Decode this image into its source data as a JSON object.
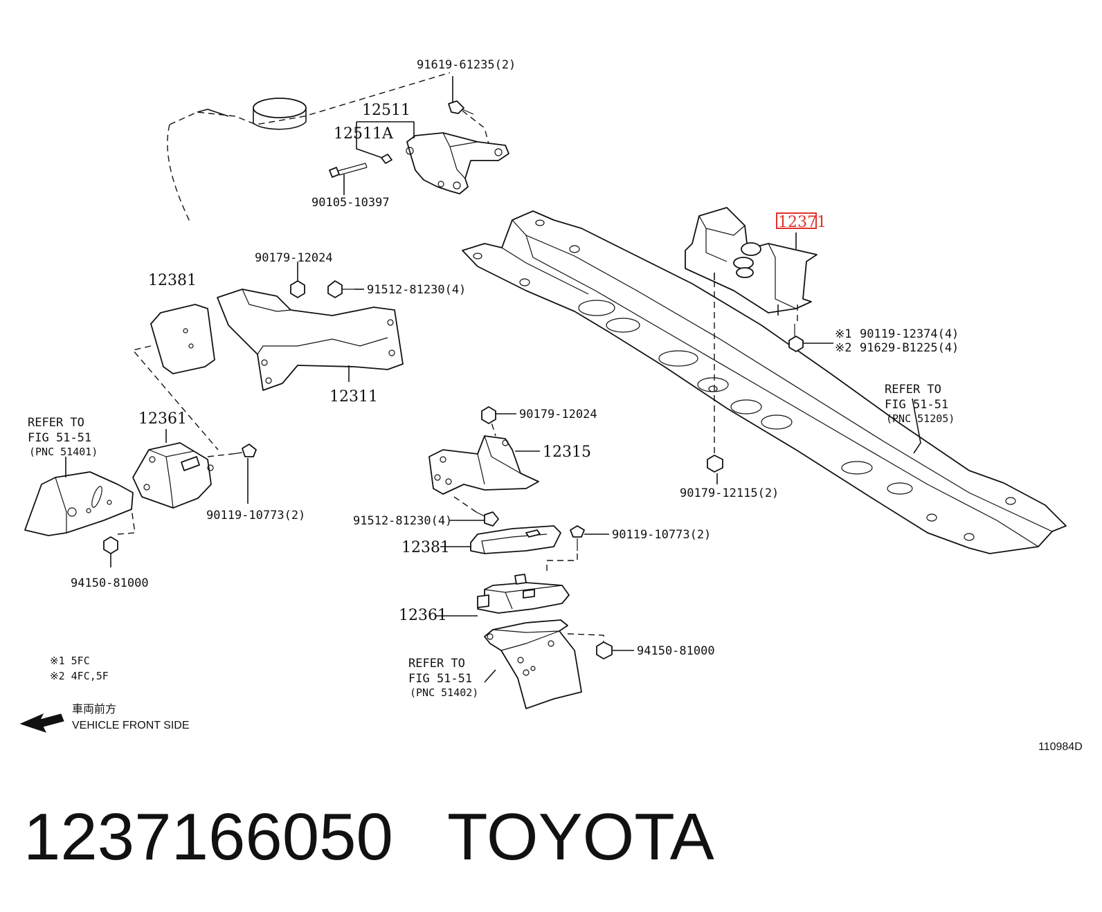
{
  "labels": {
    "p91619": "91619-61235(2)",
    "p12511": "12511",
    "p12511a": "12511A",
    "p90105": "90105-10397",
    "p90179a": "90179-12024",
    "p91512a": "91512-81230(4)",
    "p12381a": "12381",
    "p12311": "12311",
    "p12361a": "12361",
    "p90119a": "90119-10773(2)",
    "p94150a": "94150-81000",
    "p12371": "12371",
    "p90119b1": "90119-12374(4)",
    "p91629b2": "91629-B1225(4)",
    "p90179b": "90179-12024",
    "p12315": "12315",
    "p91512b": "91512-81230(4)",
    "p12381b": "12381",
    "p90119c": "90119-10773(2)",
    "p12361b": "12361",
    "p94150b": "94150-81000",
    "p90179c": "90179-12115(2)"
  },
  "refs": {
    "left": [
      "REFER TO",
      "FIG 51-51",
      "(PNC 51401)"
    ],
    "right": [
      "REFER TO",
      "FIG 51-51",
      "(PNC 51205)"
    ],
    "bottom": [
      "REFER TO",
      "FIG 51-51",
      "(PNC 51402)"
    ]
  },
  "marks": {
    "m1": "※1",
    "m2": "※2"
  },
  "notes": {
    "n1": "※1  5FC",
    "n2": "※2  4FC,5F"
  },
  "direction": {
    "jp": "車両前方",
    "en": "VEHICLE FRONT SIDE"
  },
  "diagram_code": "110984D",
  "footer": {
    "part_number": "1237166050",
    "brand": "TOYOTA"
  },
  "colors": {
    "highlight": "#e0322a"
  }
}
